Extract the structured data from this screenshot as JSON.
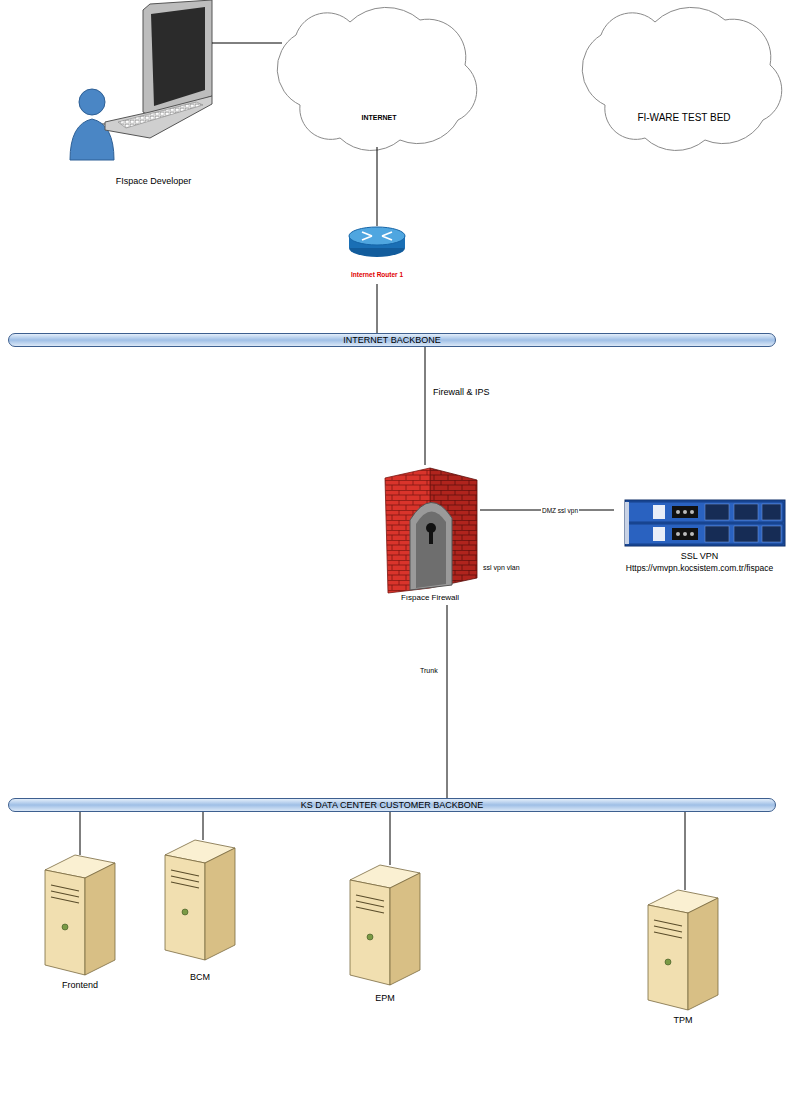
{
  "diagram": {
    "nodes": [
      {
        "text": [
          "FIspace Developer"
        ]
      },
      {
        "text": [
          "INTERNET"
        ]
      },
      {
        "text": [
          "FI-WARE TEST BED"
        ]
      },
      {
        "text": [
          "Internet Router 1"
        ]
      },
      {
        "text": [
          "INTERNET BACKBONE"
        ]
      },
      {
        "text": [
          "Fıspace Firewall"
        ]
      },
      {
        "text": [
          "SSL VPN",
          "Https://vmvpn.kocsistem.com.tr/fispace"
        ]
      },
      {
        "text": [
          "KS DATA CENTER CUSTOMER BACKBONE"
        ]
      },
      {
        "text": [
          "Frontend"
        ]
      },
      {
        "text": [
          "BCM"
        ]
      },
      {
        "text": [
          "EPM"
        ]
      },
      {
        "text": [
          "TPM"
        ]
      }
    ],
    "edges": [
      {
        "from": 0,
        "to": 1,
        "arrow": "none"
      },
      {
        "from": 1,
        "to": 3,
        "arrow": "none"
      },
      {
        "from": 3,
        "to": 4,
        "arrow": "none"
      },
      {
        "from": 4,
        "to": 5,
        "label": "Firewall & IPS",
        "arrow": "none"
      },
      {
        "from": 5,
        "to": 6,
        "label": "DMZ ssl vpn",
        "arrow": "none"
      },
      {
        "from": 5,
        "to": 7,
        "label": "Trunk",
        "arrow": "none"
      },
      {
        "from": 7,
        "to": 8,
        "arrow": "none"
      },
      {
        "from": 7,
        "to": 9,
        "arrow": "none"
      },
      {
        "from": 7,
        "to": 10,
        "arrow": "none"
      },
      {
        "from": 7,
        "to": 11,
        "arrow": "none"
      }
    ],
    "labels": [
      "ssl vpn vlan"
    ]
  }
}
